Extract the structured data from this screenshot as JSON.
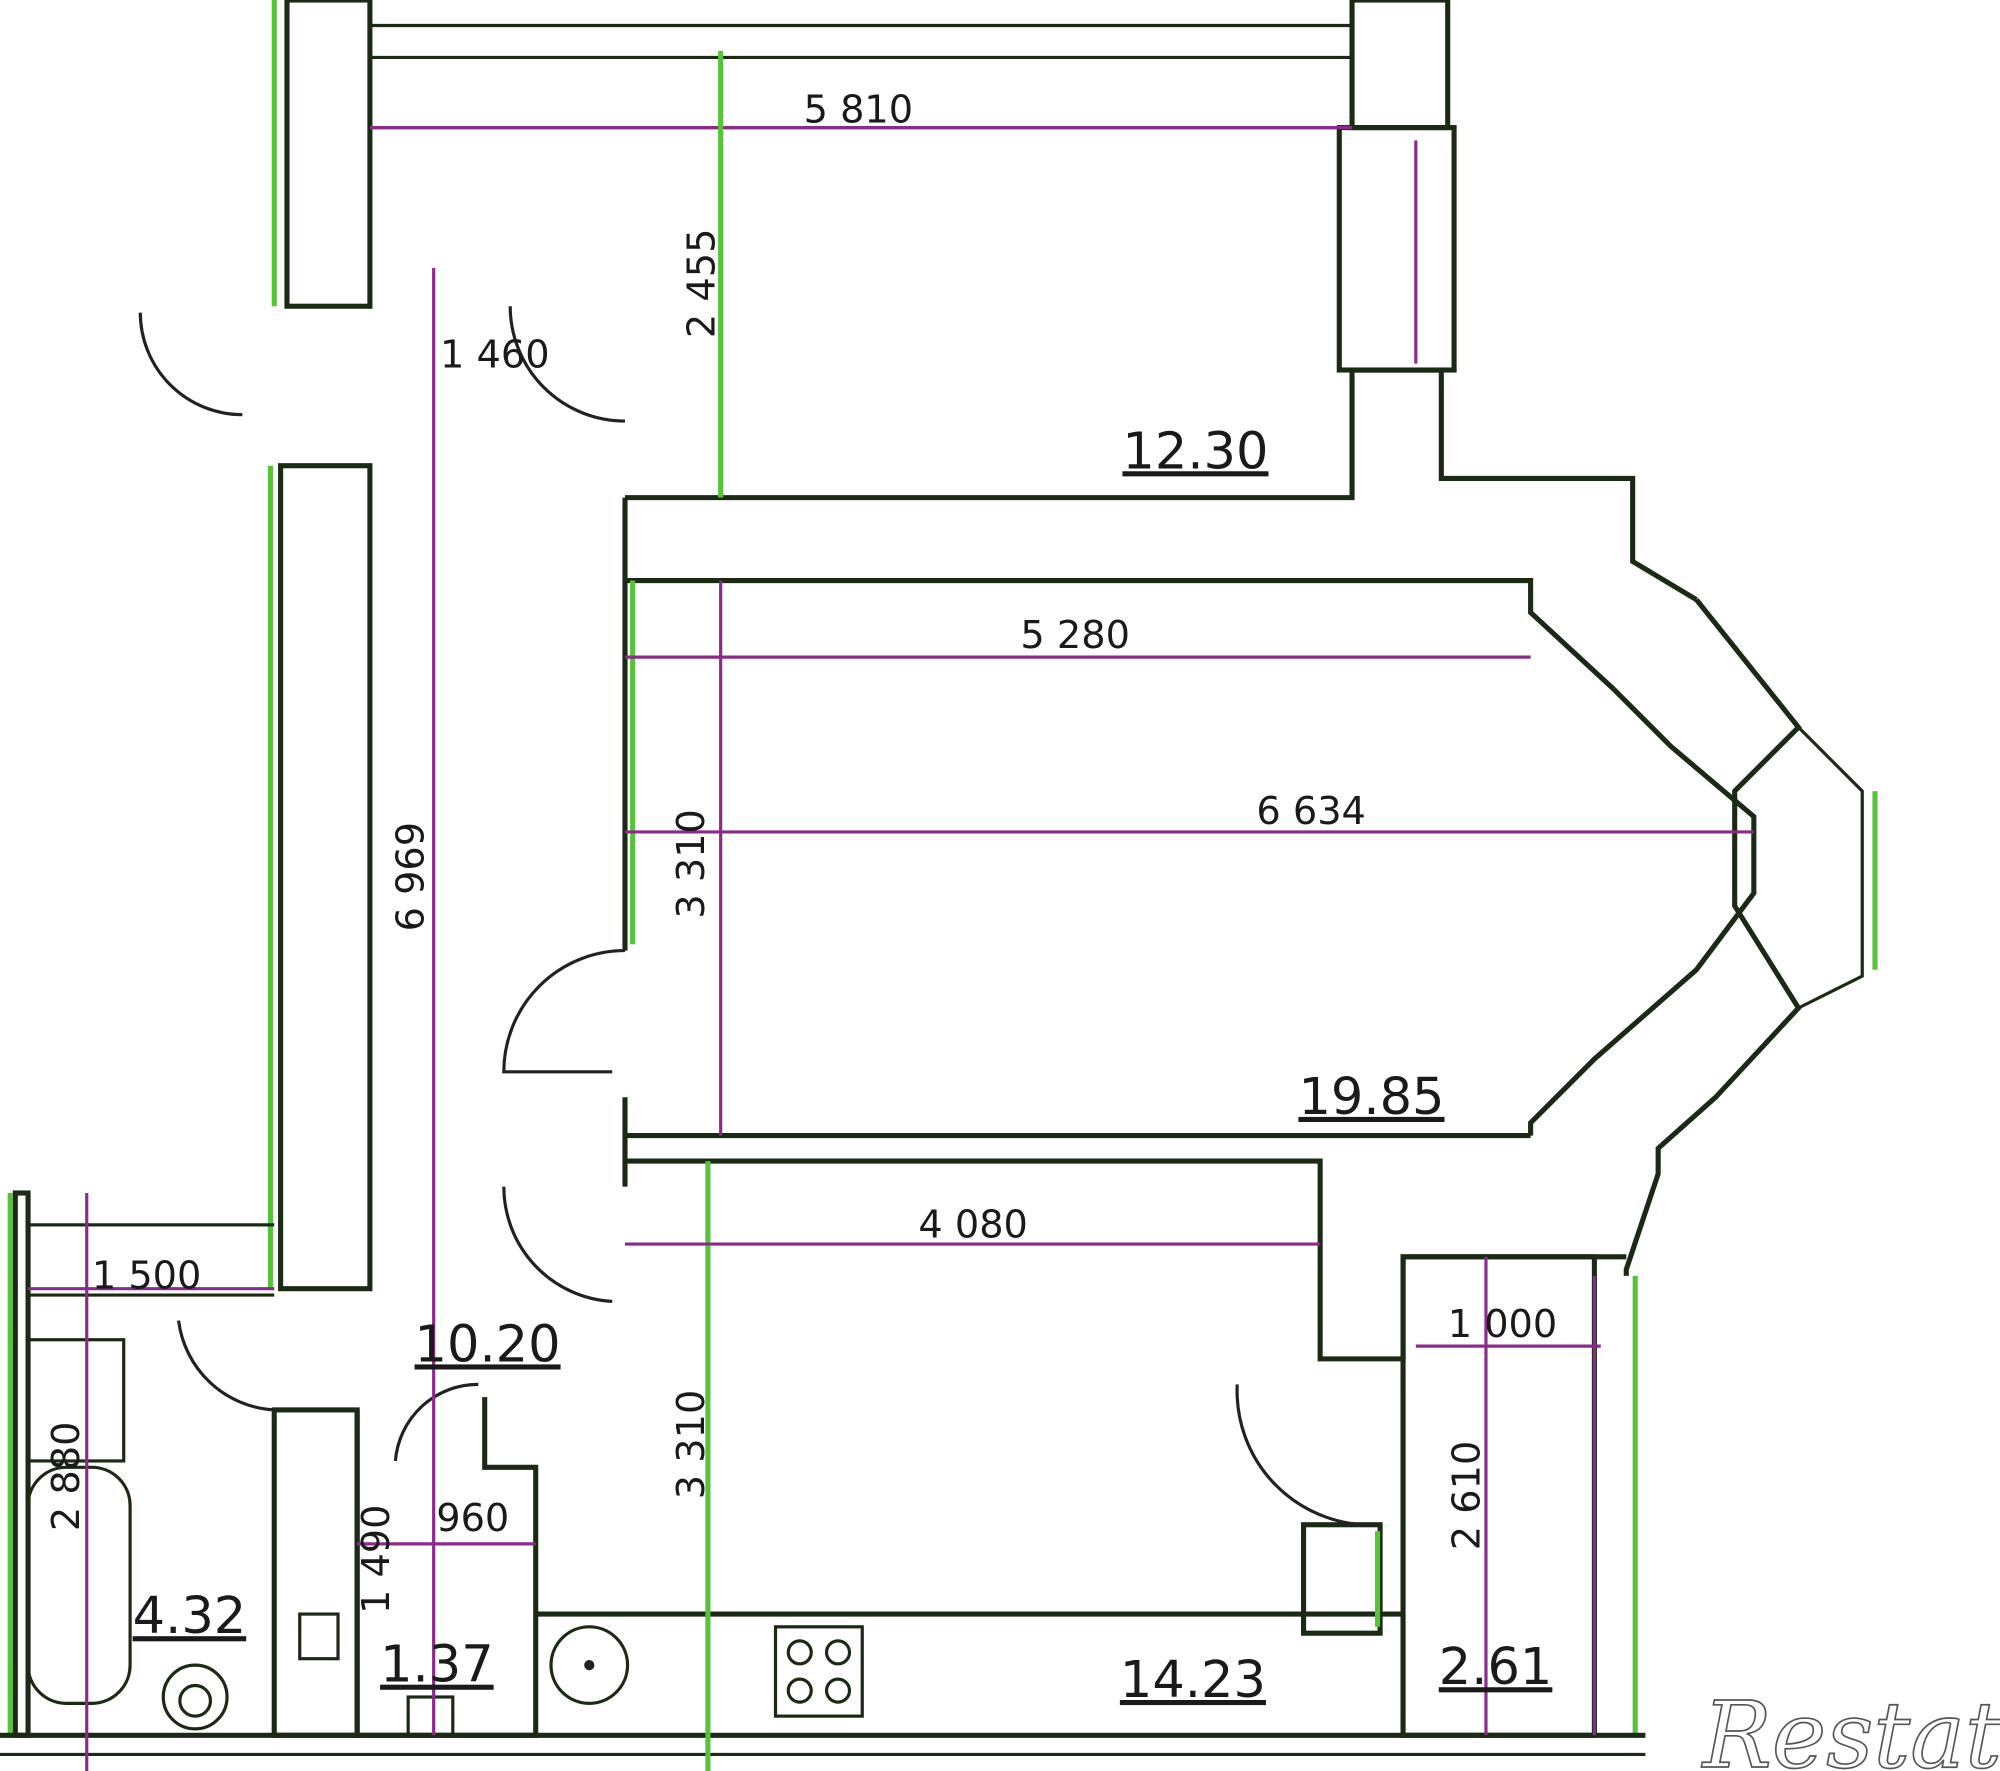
{
  "plan": {
    "dimensions": {
      "top_width": "5 810",
      "room1_depth": "2 455",
      "entry_width": "1 460",
      "living_width_inner": "5 280",
      "living_width_bay": "6 634",
      "living_depth": "3 310",
      "corridor_length": "6 969",
      "kitchen_width": "4 080",
      "kitchen_depth": "3 310",
      "bath_width": "1 500",
      "bath_depth": "2 880",
      "wc_depth": "1 490",
      "wc_width": "960",
      "closet_width": "1 000",
      "closet_depth": "2 610"
    },
    "areas": {
      "room_top": "12.30",
      "living_room": "19.85",
      "hall": "10.20",
      "bathroom": "4.32",
      "wc": "1.37",
      "kitchen": "14.23",
      "closet": "2.61"
    },
    "watermark": "Restate"
  }
}
